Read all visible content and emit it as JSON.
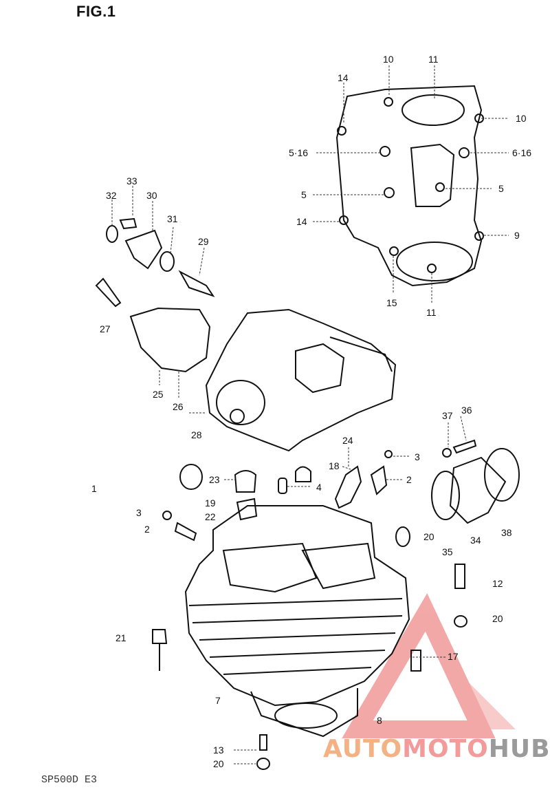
{
  "figure": {
    "title": "FIG.1",
    "footer_code": "SP500D E3"
  },
  "callouts": {
    "c10a": "10",
    "c11a": "11",
    "c14a": "14",
    "c10b": "10",
    "c516a": "5·16",
    "c616": "6·16",
    "c5a": "5",
    "c5b": "5",
    "c14b": "14",
    "c9": "9",
    "c15": "15",
    "c11b": "11",
    "c33": "33",
    "c32": "32",
    "c30": "30",
    "c31": "31",
    "c29": "29",
    "c27": "27",
    "c25": "25",
    "c26": "26",
    "c28": "28",
    "c1": "1",
    "c24": "24",
    "c3a": "3",
    "c18": "18",
    "c2a": "2",
    "c23": "23",
    "c4": "4",
    "c19": "19",
    "c22": "22",
    "c3b": "3",
    "c2b": "2",
    "c37": "37",
    "c36": "36",
    "c34": "34",
    "c38": "38",
    "c20a": "20",
    "c35": "35",
    "c12": "12",
    "c20b": "20",
    "c21": "21",
    "c17": "17",
    "c7": "7",
    "c8": "8",
    "c13": "13",
    "c20c": "20"
  },
  "watermark": {
    "part1": "AUTO",
    "part2": "MOTO",
    "part3": "HUB",
    "colors": {
      "auto": "#f4b183",
      "moto": "#f39a9a",
      "hub": "#9a9a9a",
      "logo": "#f08c8c"
    }
  }
}
